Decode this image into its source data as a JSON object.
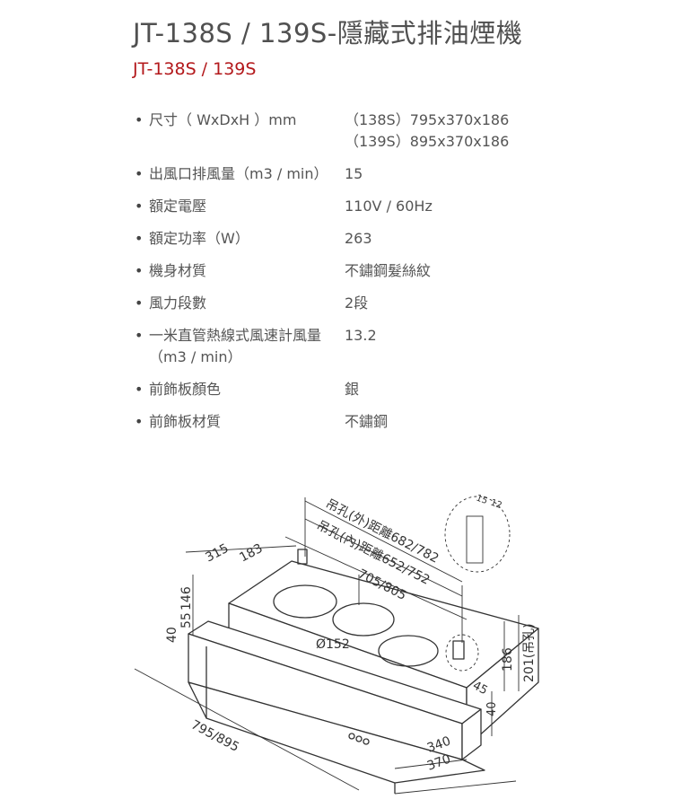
{
  "title": "JT-138S / 139S-隱藏式排油煙機",
  "subtitle": "JT-138S / 139S",
  "specs": [
    {
      "label": "尺寸（ WxDxH ）mm",
      "values": [
        "（138S）795x370x186",
        "（139S）895x370x186"
      ]
    },
    {
      "label": "出風口排風量（m3 / min）",
      "values": [
        "15"
      ]
    },
    {
      "label": "額定電壓",
      "values": [
        "110V / 60Hz"
      ]
    },
    {
      "label": "額定功率（W）",
      "values": [
        "263"
      ]
    },
    {
      "label": "機身材質",
      "values": [
        "不鏽鋼髮絲紋"
      ]
    },
    {
      "label": "風力段數",
      "values": [
        "2段"
      ]
    },
    {
      "label": "一米直管熱線式風速計風量（m3 / min）",
      "values": [
        "13.2"
      ]
    },
    {
      "label": "前飾板顏色",
      "values": [
        "銀"
      ]
    },
    {
      "label": "前飾板材質",
      "values": [
        "不鏽鋼"
      ]
    }
  ],
  "diagram": {
    "dim_hanging_outer": "吊孔(外)距離682/782",
    "dim_hanging_inner": "吊孔(內)距離652/752",
    "dim_body_width": "705/805",
    "dim_width": "795/895",
    "dim_depth_315": "315",
    "dim_depth_183": "183",
    "dim_146": "146",
    "dim_55": "55",
    "dim_40_left": "40",
    "dim_diameter": "Ø152",
    "dim_15": "15",
    "dim_12": "12",
    "dim_45": "45",
    "dim_40_right": "40",
    "dim_186": "186",
    "dim_201": "201(吊孔)",
    "dim_340": "340",
    "dim_370": "370"
  }
}
